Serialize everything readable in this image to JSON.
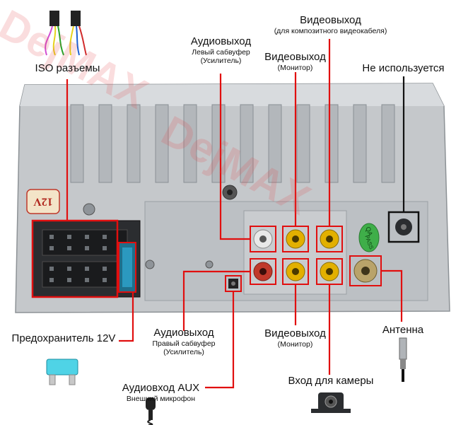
{
  "labels": {
    "iso": "ISO разъемы",
    "audio_left_title": "Аудиовыход",
    "audio_left_sub1": "Левый сабвуфер",
    "audio_left_sub2": "(Усилитель)",
    "video_mon_top_title": "Видеовыход",
    "video_mon_top_sub": "(Монитор)",
    "video_comp_title": "Видеовыход",
    "video_comp_sub": "(для композитного видеокабеля)",
    "not_used": "Не используется",
    "fuse": "Предохранитель 12V",
    "audio_right_title": "Аудиовыход",
    "audio_right_sub1": "Правый сабвуфер",
    "audio_right_sub2": "(Усилитель)",
    "video_mon_bot_title": "Видеовыход",
    "video_mon_bot_sub": "(Монитор)",
    "antenna": "Антенна",
    "aux_title": "Аудиовход AUX",
    "aux_sub": "Внешний микрофон",
    "camera": "Вход для камеры"
  },
  "panel_marks": {
    "voltage": "12V",
    "qa": "QA",
    "pass": "PASS"
  },
  "watermark": "DejMAX",
  "colors": {
    "callout": "#e10f0f",
    "black_callout": "#111111",
    "panel": "#c9cccf",
    "rca_red": "#c0392b",
    "rca_yellow": "#e2b000",
    "rca_white": "#e8e8e8"
  },
  "icons": [
    "wire-harness-icon",
    "fuse-icon",
    "microphone-icon",
    "camera-icon",
    "antenna-plug-icon"
  ]
}
